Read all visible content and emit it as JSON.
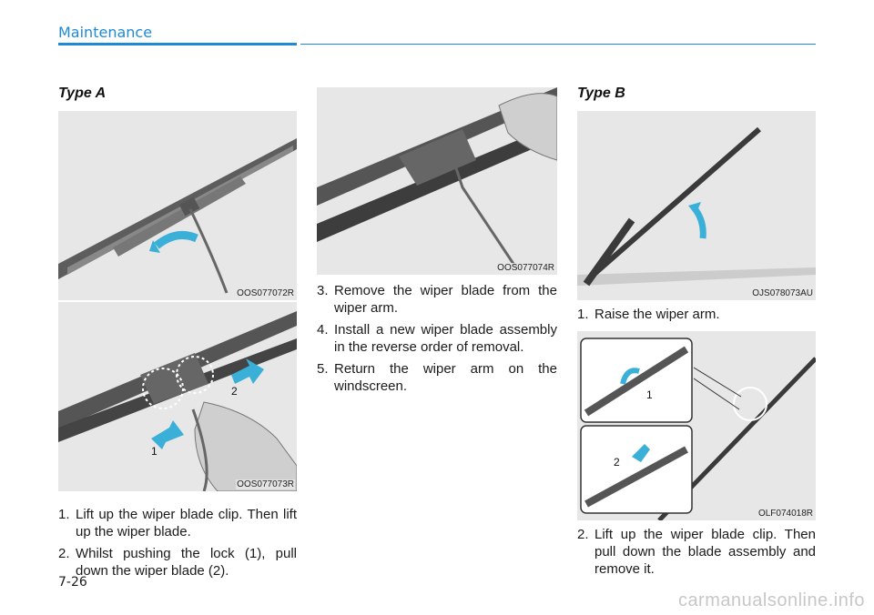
{
  "header": {
    "section": "Maintenance"
  },
  "left": {
    "heading": "Type A",
    "fig1_caption": "OOS077072R",
    "fig2_caption": "OOS077073R",
    "fig2_label_1": "1",
    "fig2_label_2": "2",
    "steps": [
      {
        "num": "1.",
        "text": "Lift up the wiper blade clip. Then lift up the wiper blade."
      },
      {
        "num": "2.",
        "text": "Whilst pushing the lock (1), pull down the wiper blade (2)."
      }
    ]
  },
  "middle": {
    "fig_caption": "OOS077074R",
    "steps": [
      {
        "num": "3.",
        "text": "Remove the wiper blade from the wiper arm."
      },
      {
        "num": "4.",
        "text": "Install a new wiper blade assembly in the reverse order of removal."
      },
      {
        "num": "5.",
        "text": "Return the wiper arm on the windscreen."
      }
    ]
  },
  "right": {
    "heading": "Type B",
    "fig1_caption": "OJS078073AU",
    "fig2_caption": "OLF074018R",
    "fig2_label_1": "1",
    "fig2_label_2": "2",
    "step1": {
      "num": "1.",
      "text": "Raise the wiper arm."
    },
    "step2": {
      "num": "2.",
      "text": "Lift up the wiper blade clip. Then pull down the blade assembly and remove it."
    }
  },
  "footer": {
    "page": "7-26",
    "watermark": "carmanualsonline.info"
  },
  "colors": {
    "accent": "#1e8ad6",
    "arrow": "#3ab0d8",
    "figure_bg": "#e7e7e7"
  }
}
